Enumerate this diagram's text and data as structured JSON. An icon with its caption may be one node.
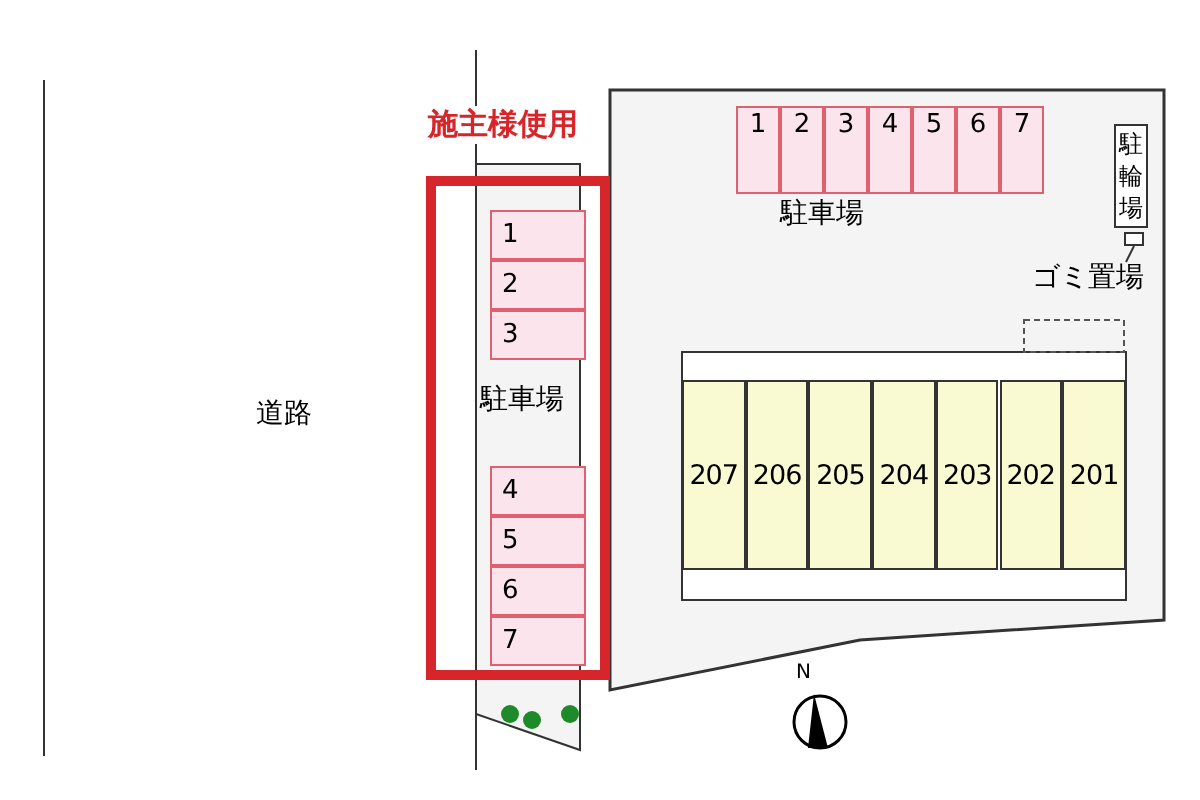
{
  "diagram": {
    "nodes": [
      {
        "text": [
          "施主様使用"
        ]
      },
      {
        "text": [
          "1"
        ],
        "in": 0
      },
      {
        "text": [
          "2"
        ],
        "in": 0
      },
      {
        "text": [
          "3"
        ],
        "in": 0
      },
      {
        "text": [
          "4"
        ],
        "in": 0
      },
      {
        "text": [
          "5"
        ],
        "in": 0
      },
      {
        "text": [
          "6"
        ],
        "in": 0
      },
      {
        "text": [
          "7"
        ],
        "in": 0
      },
      {
        "text": [
          "1"
        ]
      },
      {
        "text": [
          "2"
        ]
      },
      {
        "text": [
          "3"
        ]
      },
      {
        "text": [
          "4"
        ]
      },
      {
        "text": [
          "5"
        ]
      },
      {
        "text": [
          "6"
        ]
      },
      {
        "text": [
          "7"
        ]
      },
      {
        "text": [
          "駐輪場"
        ]
      },
      {
        "text": [
          "ゴミ置場"
        ]
      },
      {
        "text": [],
        "shape": "box"
      },
      {
        "text": [
          "207"
        ]
      },
      {
        "text": [
          "206"
        ]
      },
      {
        "text": [
          "205"
        ]
      },
      {
        "text": [
          "204"
        ]
      },
      {
        "text": [
          "203"
        ]
      },
      {
        "text": [
          "202"
        ]
      },
      {
        "text": [
          "201"
        ]
      }
    ],
    "edges": [
      {
        "from": 16,
        "to": 17,
        "arrow": "none"
      }
    ],
    "labels": [
      "道路",
      "駐車場",
      "駐車場",
      "N"
    ]
  }
}
